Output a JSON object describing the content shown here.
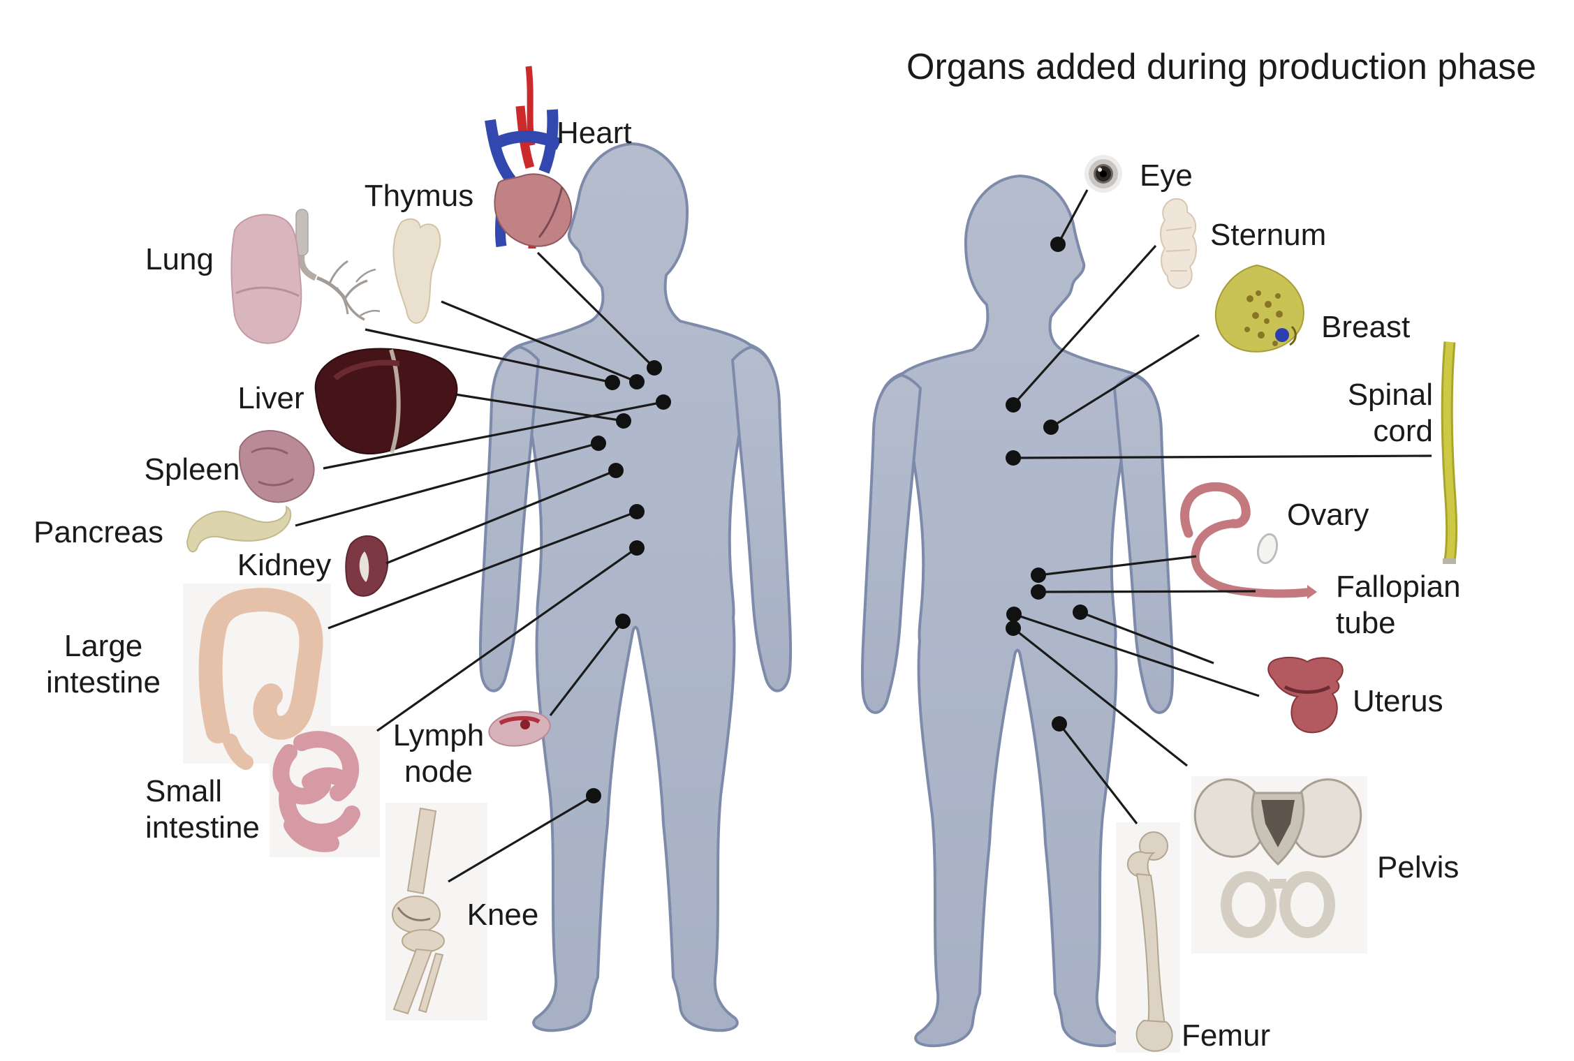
{
  "title": "Organs added during production phase",
  "colors": {
    "background": "#ffffff",
    "body_fill": "#aeb7ca",
    "body_fill_light": "#bcc3d4",
    "body_outline": "#7e8aa9",
    "leader_line": "#1a1a1a",
    "marker_dot": "#111111",
    "label_text": "#1a1a1a"
  },
  "left_figure": {
    "description": "Human silhouette with initial organ set",
    "organs": [
      {
        "id": "heart",
        "label": "Heart",
        "color": "#c08285"
      },
      {
        "id": "thymus",
        "label": "Thymus",
        "color": "#e9e0cd"
      },
      {
        "id": "lung",
        "label": "Lung",
        "color": "#d9b6bd"
      },
      {
        "id": "liver",
        "label": "Liver",
        "color": "#451419"
      },
      {
        "id": "spleen",
        "label": "Spleen",
        "color": "#b88b97"
      },
      {
        "id": "pancreas",
        "label": "Pancreas",
        "color": "#dcd4ad"
      },
      {
        "id": "kidney",
        "label": "Kidney",
        "color": "#7c3944"
      },
      {
        "id": "large-intestine",
        "label_lines": [
          "Large",
          "intestine"
        ],
        "color": "#e6c1a9"
      },
      {
        "id": "lymph-node",
        "label_lines": [
          "Lymph",
          "node"
        ],
        "color": "#d8b2ba"
      },
      {
        "id": "small-intestine",
        "label_lines": [
          "Small",
          "intestine"
        ],
        "color": "#d69aa4"
      },
      {
        "id": "knee",
        "label": "Knee",
        "color": "#e0d5c4"
      }
    ]
  },
  "right_figure": {
    "description": "Human silhouette with organs added during production phase",
    "organs": [
      {
        "id": "eye",
        "label": "Eye",
        "color": "#2b2624"
      },
      {
        "id": "sternum",
        "label": "Sternum",
        "color": "#efe5d9"
      },
      {
        "id": "breast",
        "label": "Breast",
        "color": "#c9c254"
      },
      {
        "id": "spinal-cord",
        "label_lines": [
          "Spinal",
          "cord"
        ],
        "color": "#cdc944"
      },
      {
        "id": "ovary",
        "label": "Ovary",
        "color": "#f4f4f2"
      },
      {
        "id": "fallopian-tube",
        "label_lines": [
          "Fallopian",
          "tube"
        ],
        "color": "#c4797e"
      },
      {
        "id": "uterus",
        "label": "Uterus",
        "color": "#b25a5f"
      },
      {
        "id": "pelvis",
        "label": "Pelvis",
        "color": "#e4dfd7"
      },
      {
        "id": "femur",
        "label": "Femur",
        "color": "#ddd3c4"
      }
    ]
  }
}
